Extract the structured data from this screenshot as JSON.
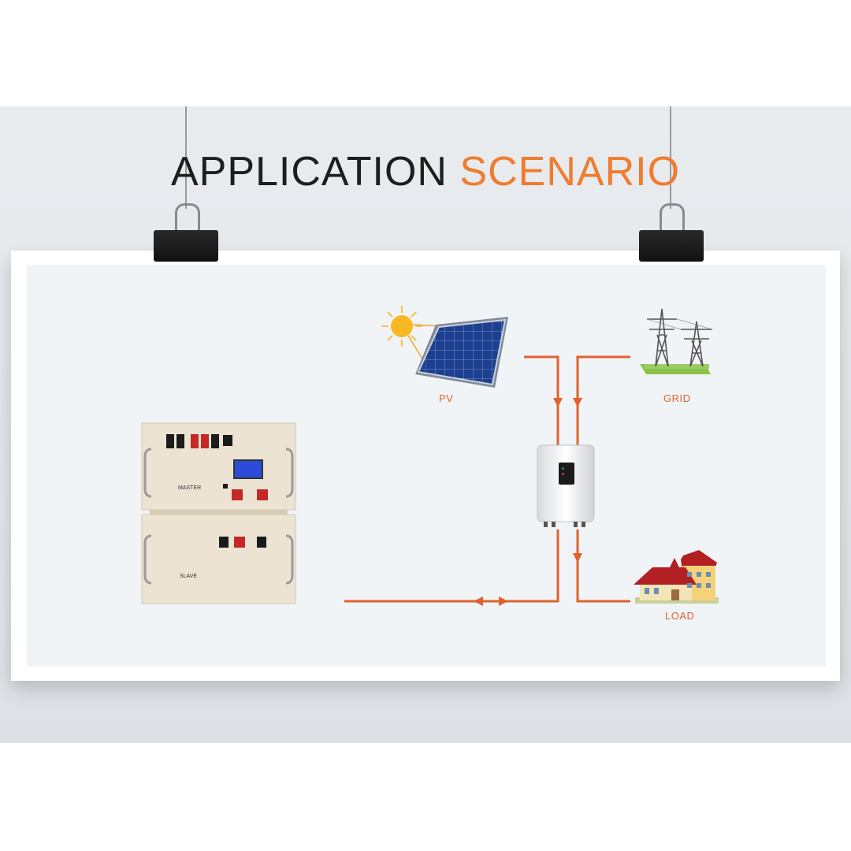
{
  "title": {
    "word1": "APPLICATION",
    "word2": "SCENARIO"
  },
  "labels": {
    "pv": "PV",
    "grid": "GRID",
    "load": "LOAD"
  },
  "battery": {
    "master_label": "MASTER",
    "slave_label": "SLAVE"
  },
  "colors": {
    "accent": "#ef7c2f",
    "flow_line": "#e0622c",
    "title_dark": "#1e1e1e"
  }
}
